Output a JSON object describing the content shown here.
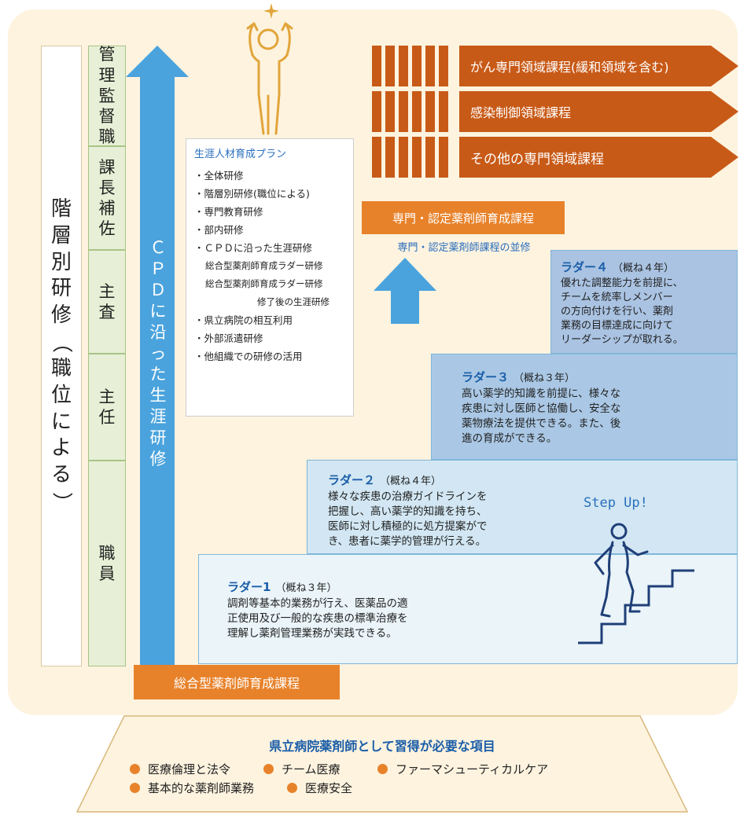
{
  "left_column": {
    "chars": [
      "階",
      "層",
      "別",
      "研",
      "修"
    ],
    "paren_open": "（",
    "paren_chars": [
      "職",
      "位",
      "に",
      "よ",
      "る"
    ],
    "paren_close": "）"
  },
  "roles": [
    {
      "chars": [
        "管",
        "理",
        "監",
        "督",
        "職"
      ]
    },
    {
      "chars": [
        "課",
        "長",
        "補",
        "佐"
      ]
    },
    {
      "chars": [
        "主",
        "査"
      ]
    },
    {
      "chars": [
        "主",
        "任"
      ]
    },
    {
      "chars": [
        "職",
        "員"
      ]
    }
  ],
  "cpd_arrow": {
    "color": "#4aa3dd",
    "chars": [
      "Ｃ",
      "Ｐ",
      "Ｄ",
      "に",
      "沿",
      "っ",
      "た",
      "生",
      "涯",
      "研",
      "修"
    ]
  },
  "plan": {
    "title": "生涯人材育成プラン",
    "items": [
      {
        "text": "・全体研修",
        "indent": 0
      },
      {
        "text": "・階層別研修(職位による)",
        "indent": 0
      },
      {
        "text": "・専門教育研修",
        "indent": 0
      },
      {
        "text": "・部内研修",
        "indent": 0
      },
      {
        "text": "・ＣＰＤに沿った生涯研修",
        "indent": 0
      },
      {
        "text": "総合型薬剤師育成ラダー研修",
        "indent": 1
      },
      {
        "text": "総合型薬剤師育成ラダー研修",
        "indent": 1
      },
      {
        "text": "修了後の生涯研修",
        "indent": 2
      },
      {
        "text": "・県立病院の相互利用",
        "indent": 0
      },
      {
        "text": "・外部派遣研修",
        "indent": 0
      },
      {
        "text": "・他組織での研修の活用",
        "indent": 0
      }
    ]
  },
  "courses": [
    {
      "label": "がん専門領域課程(緩和領域を含む)"
    },
    {
      "label": "感染制御領域課程"
    },
    {
      "label": "その他の専門領域課程"
    }
  ],
  "senmon_course": "専門・認定薬剤師育成課程",
  "senmon_heishu": "専門・認定薬剤師課程の並修",
  "ladders": [
    {
      "name": "ラダー1",
      "years": "（概ね３年）",
      "desc": "調剤等基本的業務が行え、医薬品の適\n正使用及び一般的な疾患の標準治療を\n理解し薬剤管理業務が実践できる。"
    },
    {
      "name": "ラダー２",
      "years": "（概ね４年）",
      "desc": "様々な疾患の治療ガイドラインを\n把握し、高い薬学的知識を持ち、\n医師に対し積極的に処方提案がで\nき、患者に薬学的管理が行える。"
    },
    {
      "name": "ラダー３",
      "years": "（概ね３年）",
      "desc": "高い薬学的知識を前提に、様々な\n疾患に対し医師と協働し、安全な\n薬物療法を提供できる。また、後\n進の育成ができる。"
    },
    {
      "name": "ラダー４",
      "years": "（概ね４年）",
      "desc": "優れた調整能力を前提に、\nチームを統率しメンバー\nの方向付けを行い、薬剤\n業務の目標達成に向けて\nリーダーシップが取れる。"
    }
  ],
  "stepup": "Step Up!",
  "sogo_course": "総合型薬剤師育成課程",
  "bottom": {
    "title": "県立病院薬剤師として習得が必要な項目",
    "items": [
      "医療倫理と法令",
      "チーム医療",
      "ファーマシューティカルケア",
      "基本的な薬剤師業務",
      "医療安全"
    ]
  },
  "colors": {
    "orange": "#e8822a",
    "course_orange": "#c85a17",
    "blue_arrow": "#4aa3dd",
    "title_blue": "#1a5da8",
    "panel": "#fdf3df",
    "role_green": "#e7f0d6"
  }
}
